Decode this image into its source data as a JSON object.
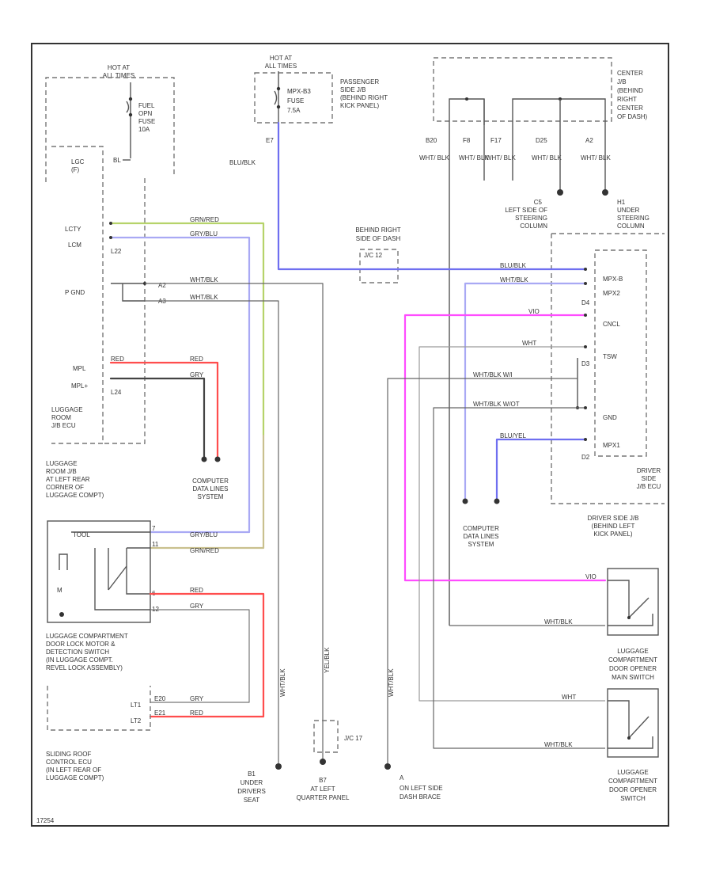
{
  "colors": {
    "blue": "#6f6ff0",
    "blue_light": "#a9a9f4",
    "pink": "#ff4cff",
    "red": "#ff4d4d",
    "green_yellow": "#b6d36a",
    "yellow_brown": "#c9c08e",
    "gray": "#9a9a9a",
    "dark": "#444444"
  },
  "labels": {
    "hot_left": [
      "HOT AT",
      "ALL TIMES"
    ],
    "fuel_fuse": [
      "FUEL",
      "OPN",
      "FUSE",
      "10A"
    ],
    "bl": "BL",
    "lgc": [
      "LGC",
      "(F)"
    ],
    "lcty": "LCTY",
    "lcm": "LCM",
    "l22": "L22",
    "pgnd": "P GND",
    "a2": "A2",
    "a3": "A3",
    "mpl": "MPL",
    "mpl_plus": "MPL+",
    "l24": "L24",
    "luggage_jb_ecu": [
      "LUGGAGE",
      "ROOM",
      "J/B ECU"
    ],
    "luggage_jb_loc": [
      "LUGGAGE",
      "ROOM J/B",
      "AT LEFT REAR",
      "CORNER OF",
      "LUGGAGE COMPT)"
    ],
    "hot_mid": [
      "HOT AT",
      "ALL TIMES"
    ],
    "mpx_fuse": [
      "MPX-B3",
      "FUSE",
      "7.5A"
    ],
    "pass_jb": [
      "PASSENGER",
      "SIDE J/B",
      "(BEHIND RIGHT",
      "KICK PANEL)"
    ],
    "e7": "E7",
    "blu_blk_top": "BLU/BLK",
    "behind_right": [
      "BEHIND RIGHT",
      "SIDE OF DASH"
    ],
    "jc": "J/C 12",
    "center_jb": [
      "CENTER",
      "J/B",
      "(BEHIND",
      "RIGHT",
      "CENTER",
      "OF DASH)"
    ],
    "pins": [
      "B20",
      "F8",
      "F17",
      "D25",
      "A2"
    ],
    "wht_blk": "WHT/ BLK",
    "ground_c": [
      "C5",
      "LEFT SIDE OF",
      "STEERING",
      "COLUMN"
    ],
    "ground_h": [
      "H1",
      "UNDER",
      "STEERING",
      "COLUMN"
    ],
    "driver_pins": {
      "mpx_b": "MPX-B",
      "mpx2": "MPX2",
      "d4": "D4",
      "cncl": "CNCL",
      "tsw": "TSW",
      "d3": "D3",
      "gnd": "GND",
      "mpx1": "MPX1",
      "d2": "D2"
    },
    "driver_jb": [
      "DRIVER",
      "SIDE",
      "J/B ECU"
    ],
    "driver_jb_loc": [
      "DRIVER SIDE J/B",
      "(BEHIND LEFT",
      "KICK PANEL)"
    ],
    "wire_blublk": "BLU/BLK",
    "wire_whtblk": "WHT/BLK",
    "wire_vio": "VIO",
    "wire_wht": "WHT",
    "wire_whtblk_w": "WHT/BLK W/I",
    "wire_whtblk_wo": "WHT/BLK W/OT",
    "wire_blu_yel": "BLU/YEL",
    "wire_grn_red": "GRN/RED",
    "wire_gry_blu": "GRY/BLU",
    "wire_red": "RED",
    "wire_gry": "GRY",
    "wire_whtblk_v": "WHT/BLK",
    "wire_yel_blk": "YEL/BLK",
    "wire_wht_blk_v2": "WHT/BLK",
    "cdl_left": [
      "COMPUTER",
      "DATA LINES",
      "SYSTEM"
    ],
    "cdl_right": [
      "COMPUTER",
      "DATA LINES",
      "SYSTEM"
    ],
    "lock_motor": [
      "LUGGAGE COMPARTMENT",
      "DOOR LOCK MOTOR &",
      "DETECTION SWITCH",
      "(IN LUGGAGE COMPT.",
      "REVEL LOCK ASSEMBLY)"
    ],
    "lock_pins": [
      "7",
      "11",
      "6",
      "12"
    ],
    "lock_tag": "TOOL",
    "m": "M",
    "sliding_roof": [
      "SLIDING ROOF",
      "CONTROL ECU",
      "(IN LEFT REAR OF",
      "LUGGAGE COMPT)"
    ],
    "lt1": "LT1",
    "lt2": "LT2",
    "e20": "E20",
    "e21": "E21",
    "gnd_b1": [
      "B1",
      "UNDER",
      "DRIVERS",
      "SEAT"
    ],
    "gnd_b7": [
      "B7",
      "AT LEFT",
      "QUARTER PANEL"
    ],
    "jc_bottom": "J/C 17",
    "gnd_left_dash": [
      "A",
      "ON LEFT SIDE",
      "DASH BRACE"
    ],
    "opener_main": [
      "LUGGAGE",
      "COMPARTMENT",
      "DOOR OPENER",
      "MAIN SWITCH"
    ],
    "opener_sw": [
      "LUGGAGE",
      "COMPARTMENT",
      "DOOR OPENER",
      "SWITCH"
    ],
    "footer": "17254"
  }
}
